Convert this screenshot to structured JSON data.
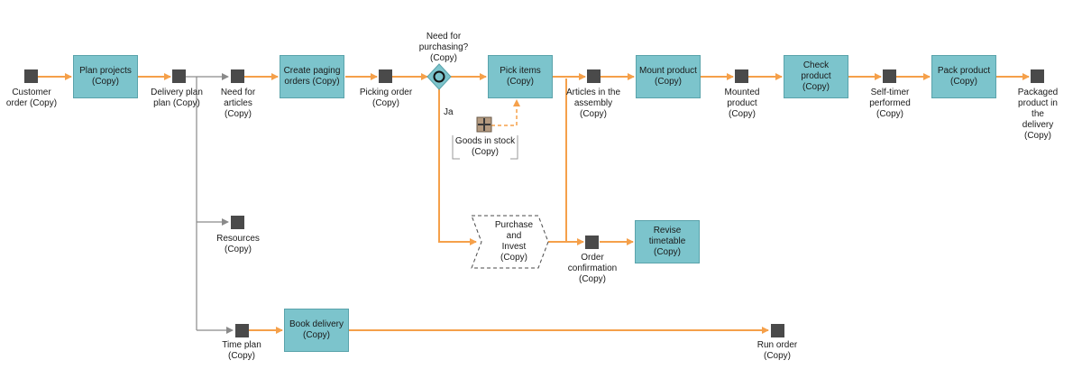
{
  "colors": {
    "flow": "#f5a04a",
    "branch": "#8a8a8a",
    "function_fill": "#7cc4cc",
    "function_border": "#5aa3ab",
    "event_fill": "#4a4a4a"
  },
  "functions": {
    "plan_projects": "Plan projects\n(Copy)",
    "create_paging_orders": "Create paging\norders (Copy)",
    "pick_items": "Pick items\n(Copy)",
    "mount_product": "Mount product\n(Copy)",
    "check_product": "Check\nproduct\n(Copy)",
    "pack_product": "Pack product\n(Copy)",
    "revise_timetable": "Revise\ntimetable\n(Copy)",
    "book_delivery": "Book delivery\n(Copy)"
  },
  "events": {
    "customer_order": "Customer\norder (Copy)",
    "delivery_plan": "Delivery plan\nplan (Copy)",
    "need_for_articles": "Need for\narticles\n(Copy)",
    "picking_order": "Picking order\n(Copy)",
    "articles_in_assembly": "Articles in the\nassembly\n(Copy)",
    "mounted_product": "Mounted\nproduct\n(Copy)",
    "self_timer_performed": "Self-timer\nperformed\n(Copy)",
    "packaged_product": "Packaged\nproduct in the\ndelivery\n(Copy)",
    "resources": "Resources\n(Copy)",
    "time_plan": "Time plan\n(Copy)",
    "order_confirmation": "Order\nconfirmation\n(Copy)",
    "run_order": "Run order\n(Copy)"
  },
  "gateway": {
    "label": "Need for\npurchasing?\n(Copy)",
    "branch_label": "Ja"
  },
  "info_object": {
    "label": "Goods in stock\n(Copy)"
  },
  "process_interface": {
    "label": "Purchase\nand\nInvest\n(Copy)"
  }
}
